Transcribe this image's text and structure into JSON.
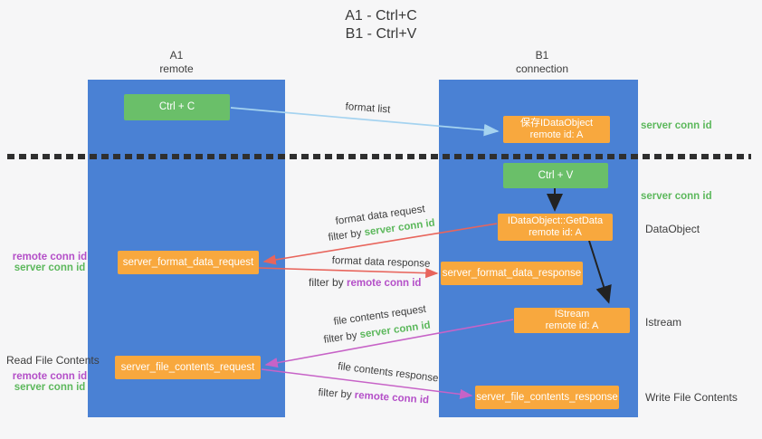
{
  "title": {
    "line1": "A1 - Ctrl+C",
    "line2": "B1 - Ctrl+V"
  },
  "lanes": {
    "left": {
      "id": "A1",
      "role": "remote"
    },
    "right": {
      "id": "B1",
      "role": "connection"
    }
  },
  "nodes": {
    "ctrl_c": {
      "label": "Ctrl + C"
    },
    "save_idataobject": {
      "line1": "保存IDataObject",
      "line2": "remote id: A"
    },
    "ctrl_v": {
      "label": "Ctrl + V"
    },
    "idataobject_getdata": {
      "line1": "IDataObject::GetData",
      "line2": "remote id: A"
    },
    "server_format_data_request": {
      "label": "server_format_data_request"
    },
    "server_format_data_response": {
      "label": "server_format_data_response"
    },
    "istream": {
      "line1": "IStream",
      "line2": "remote id: A"
    },
    "server_file_contents_request": {
      "label": "server_file_contents_request"
    },
    "server_file_contents_response": {
      "label": "server_file_contents_response"
    }
  },
  "side_labels": {
    "server_conn_id_top": "server conn id",
    "server_conn_id_mid": "server conn id",
    "dataobject": "DataObject",
    "istream": "Istream",
    "write_file_contents": "Write File Contents",
    "read_file_contents": "Read File Contents",
    "format_remote_conn_id": "remote conn id",
    "format_server_conn_id": "server conn id",
    "file_remote_conn_id": "remote conn id",
    "file_server_conn_id": "server conn id"
  },
  "arrow_labels": {
    "format_list": "format list",
    "format_data_request": "format data request",
    "filter_by_1_prefix": "filter by ",
    "filter_by_1_id": "server conn id",
    "format_data_response": "format data response",
    "filter_by_2_prefix": "filter by ",
    "filter_by_2_id": "remote conn id",
    "file_contents_request": "file contents request",
    "filter_by_3_prefix": "filter by ",
    "filter_by_3_id": "server conn id",
    "file_contents_response": "file contents response",
    "filter_by_4_prefix": "filter by ",
    "filter_by_4_id": "remote conn id"
  },
  "colors": {
    "lane_blue": "#4a81d4",
    "action_green": "#6abf69",
    "message_orange": "#f8a83e",
    "arrow_blue": "#a5d3f0",
    "arrow_red": "#e8655c",
    "arrow_magenta": "#c763c7",
    "arrow_black": "#222222",
    "conn_id_green": "#5cb85c",
    "conn_id_purple": "#b44fc8",
    "background": "#f6f6f7"
  }
}
